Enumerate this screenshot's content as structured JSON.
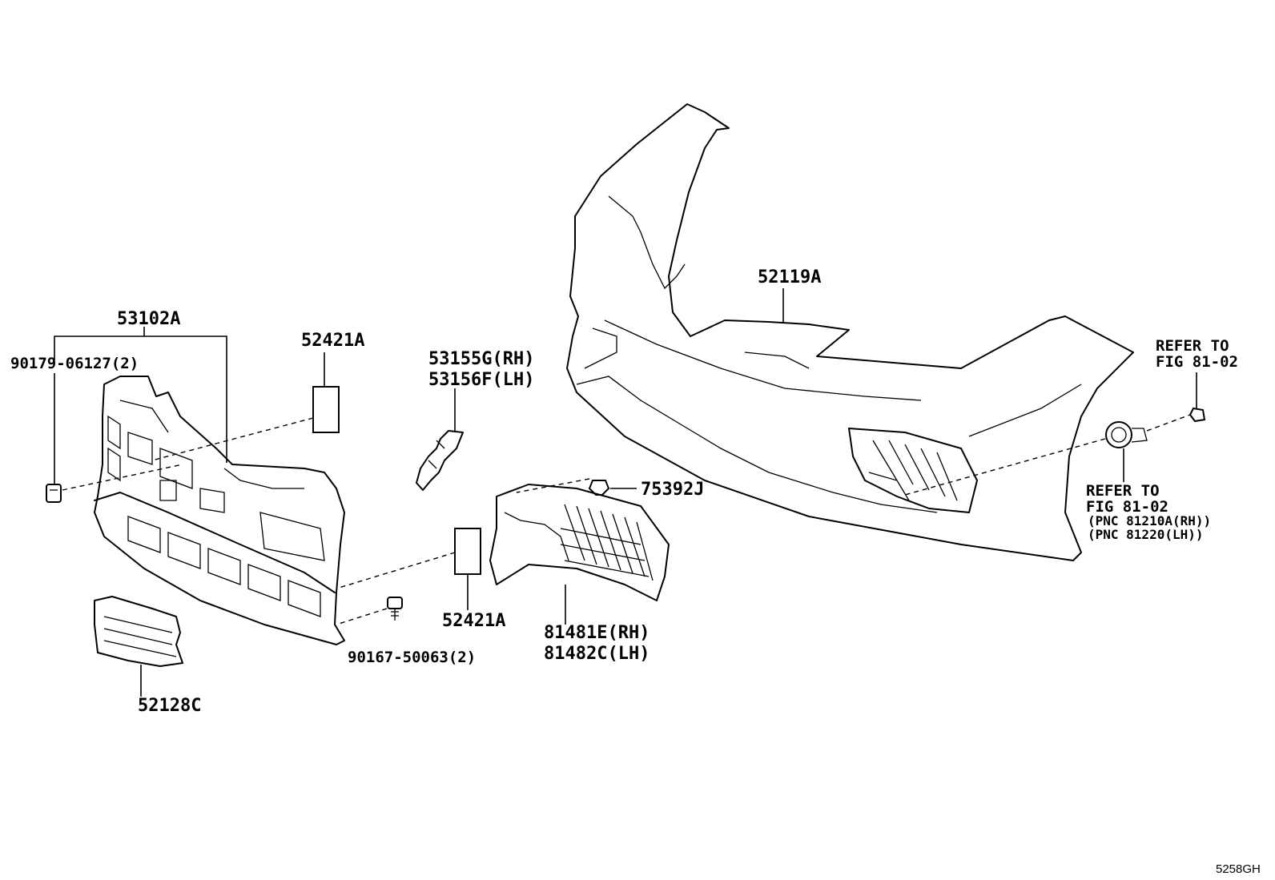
{
  "labels": {
    "bumper_cover": "52119A",
    "grille_assy": "53102A",
    "clip_grille": "90179-06127(2)",
    "emblem_pad_upper": "52421A",
    "emblem_pad_lower": "52421A",
    "bracket_rh": "53155G(RH)",
    "bracket_lh": "53156F(LH)",
    "clip_75392": "75392J",
    "screw": "90167-50063(2)",
    "fog_cover_rh": "81481E(RH)",
    "fog_cover_lh": "81482C(LH)",
    "lower_grille": "52128C",
    "refer_top_1": "REFER TO",
    "refer_top_2": "FIG 81-02",
    "refer_bot_1": "REFER TO",
    "refer_bot_2": "FIG 81-02",
    "pnc_rh": "(PNC 81210A(RH))",
    "pnc_lh": "(PNC 81220(LH))",
    "figure_id": "5258GH"
  }
}
